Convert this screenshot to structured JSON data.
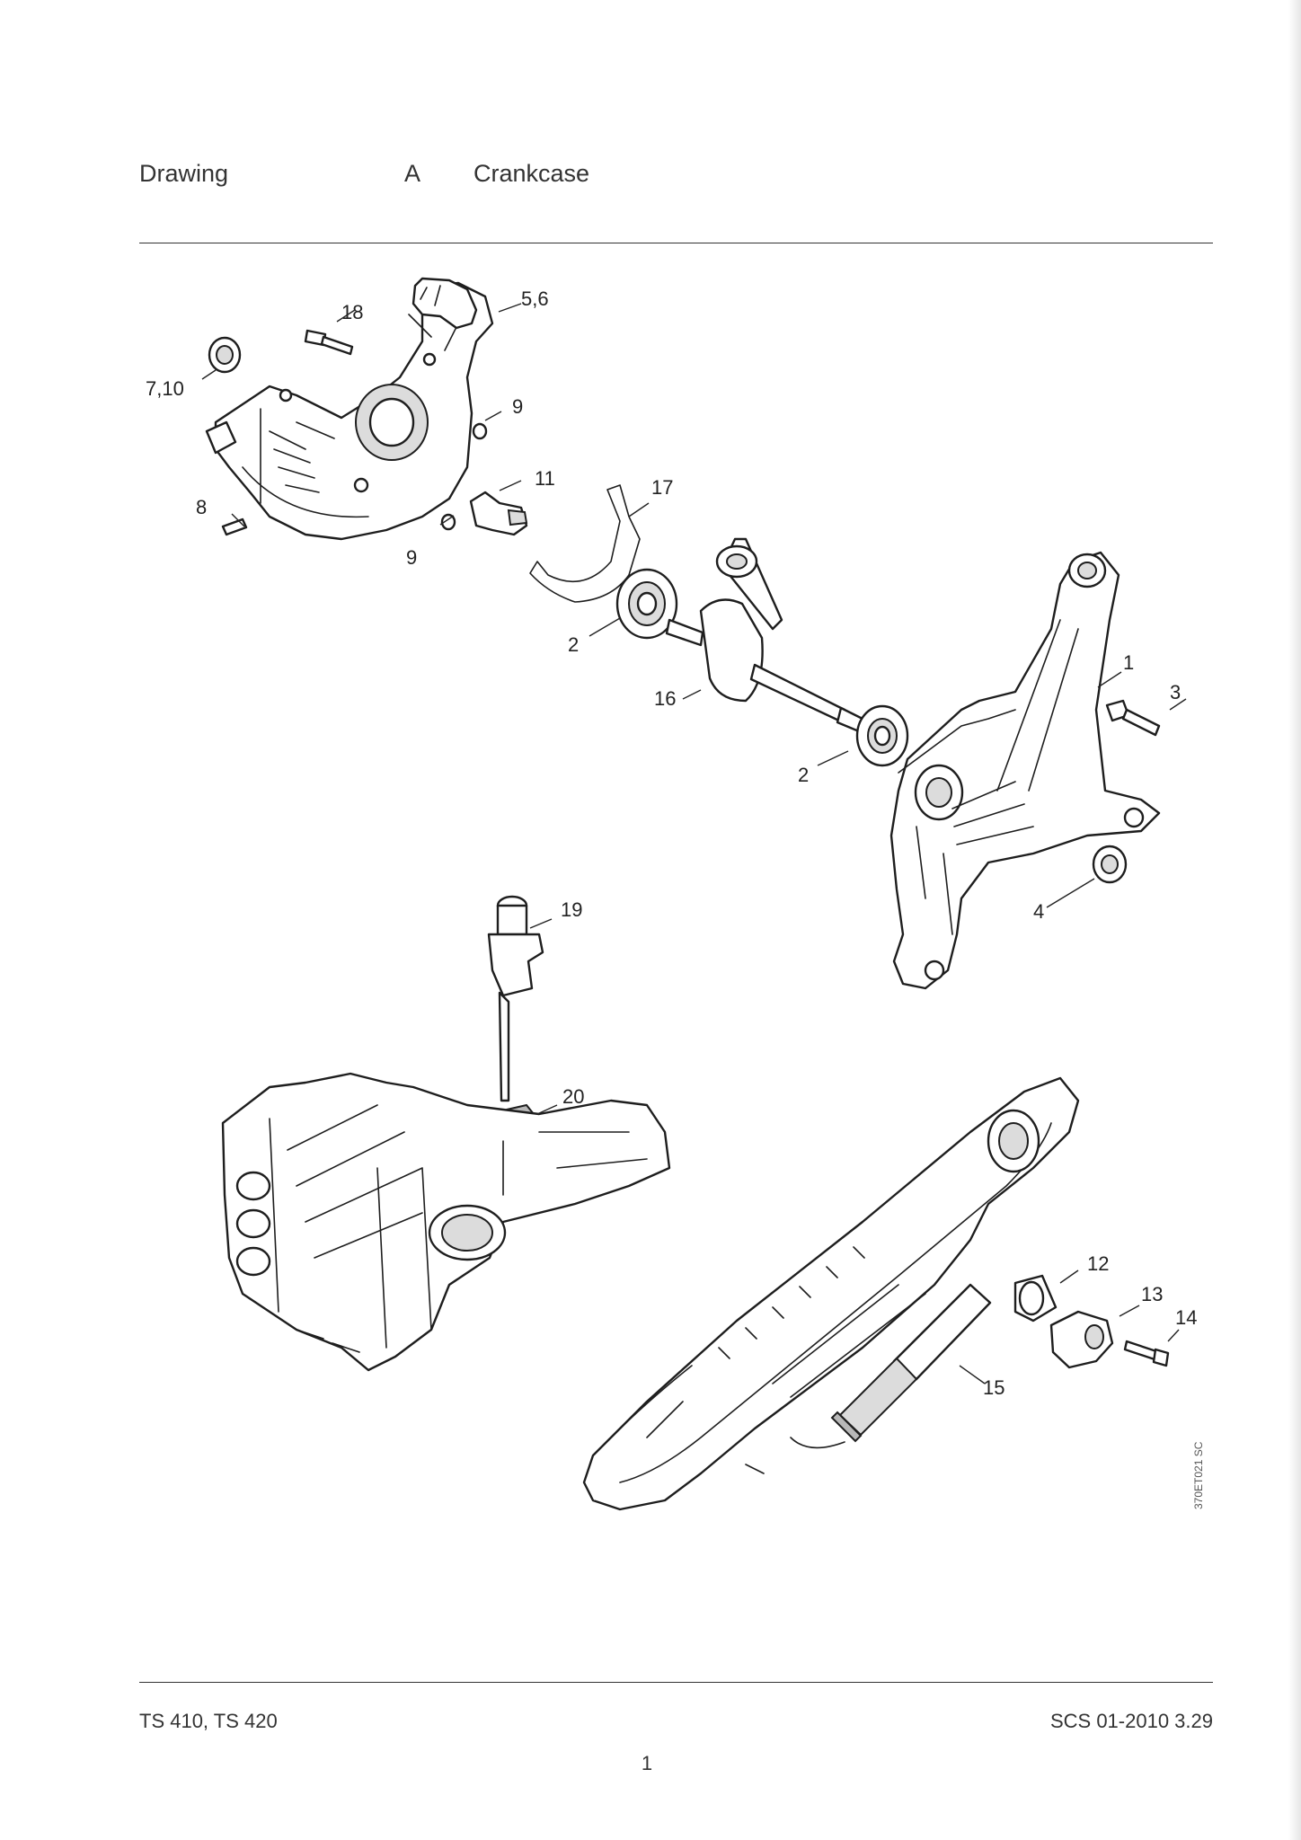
{
  "header": {
    "label": "Drawing",
    "section": "A",
    "title": "Crankcase"
  },
  "callouts": [
    {
      "id": "c1",
      "text": "1"
    },
    {
      "id": "c2a",
      "text": "2"
    },
    {
      "id": "c2b",
      "text": "2"
    },
    {
      "id": "c3",
      "text": "3"
    },
    {
      "id": "c4",
      "text": "4"
    },
    {
      "id": "c56",
      "text": "5,6"
    },
    {
      "id": "c710",
      "text": "7,10"
    },
    {
      "id": "c8",
      "text": "8"
    },
    {
      "id": "c9a",
      "text": "9"
    },
    {
      "id": "c9b",
      "text": "9"
    },
    {
      "id": "c11",
      "text": "11"
    },
    {
      "id": "c12",
      "text": "12"
    },
    {
      "id": "c13",
      "text": "13"
    },
    {
      "id": "c14",
      "text": "14"
    },
    {
      "id": "c15",
      "text": "15"
    },
    {
      "id": "c16",
      "text": "16"
    },
    {
      "id": "c17",
      "text": "17"
    },
    {
      "id": "c18",
      "text": "18"
    },
    {
      "id": "c19",
      "text": "19"
    },
    {
      "id": "c20",
      "text": "20"
    }
  ],
  "drawing_code": "370ET021 SC",
  "footer": {
    "model": "TS 410, TS 420",
    "doc_ref": "SCS 01-2010 3.29",
    "page": "1"
  }
}
